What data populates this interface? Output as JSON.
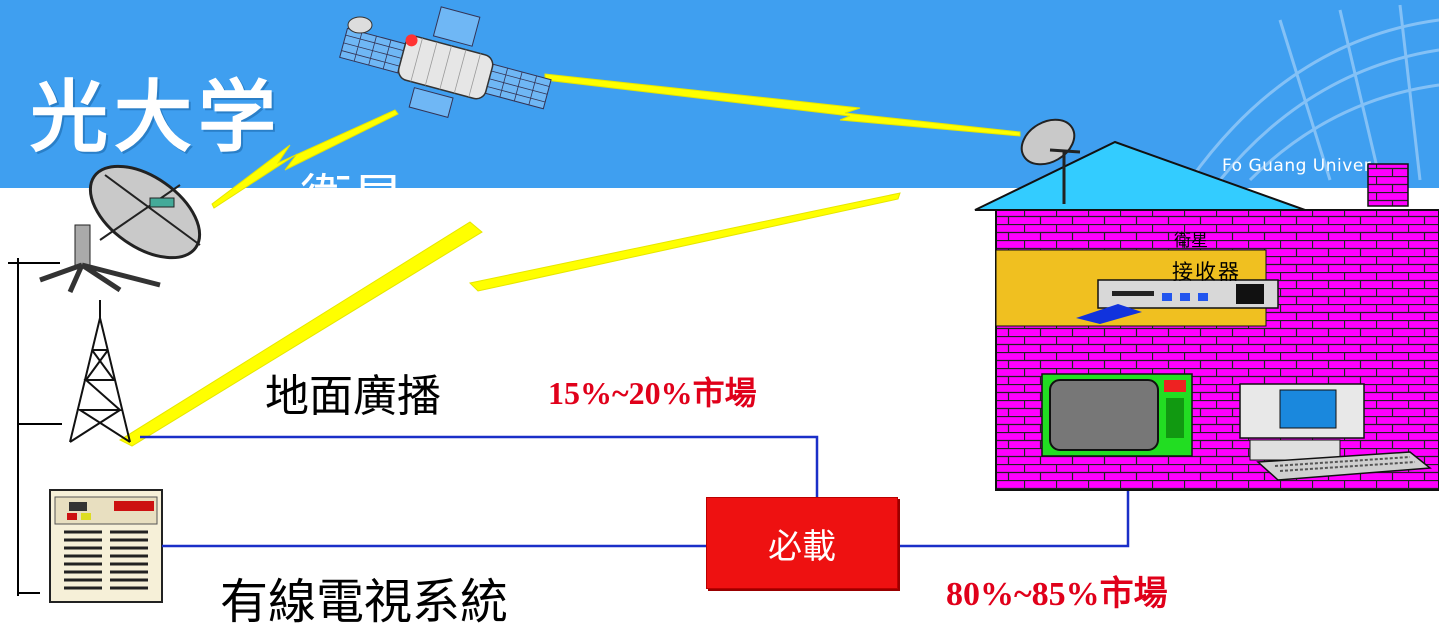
{
  "university": {
    "name_zh": "光大学",
    "name_en": "Fo Guang Univer"
  },
  "labels": {
    "satellite": "衛星",
    "terrestrial": "地面廣播",
    "terrestrial_share": "15%~20%市場",
    "cable": "有線電視系統",
    "cable_share": "80%~85%市場",
    "must_carry": "必載",
    "house_satellite": "衛星",
    "house_receiver": "接收器"
  },
  "colors": {
    "banner": "#3f9ff0",
    "beam": "#ffff00",
    "wire": "#1a2fc8",
    "house_wall": "#ff00ff",
    "roof": "#33ccff",
    "accent_red": "#e0001a"
  }
}
